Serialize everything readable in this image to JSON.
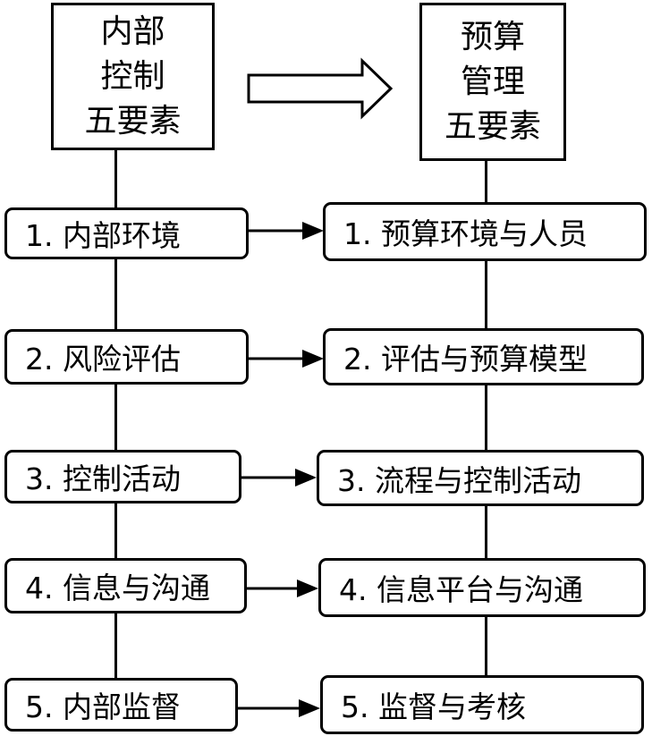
{
  "left_header": {
    "lines": [
      "内部",
      "控制",
      "五要素"
    ]
  },
  "right_header": {
    "lines": [
      "预算",
      "管理",
      "五要素"
    ]
  },
  "left_items": [
    {
      "label": "1. 内部环境"
    },
    {
      "label": "2. 风险评估"
    },
    {
      "label": "3. 控制活动"
    },
    {
      "label": "4. 信息与沟通"
    },
    {
      "label": "5. 内部监督"
    }
  ],
  "right_items": [
    {
      "label": "1. 预算环境与人员"
    },
    {
      "label": "2. 评估与预算模型"
    },
    {
      "label": "3. 流程与控制活动"
    },
    {
      "label": "4. 信息平台与沟通"
    },
    {
      "label": "5. 监督与考核"
    }
  ]
}
